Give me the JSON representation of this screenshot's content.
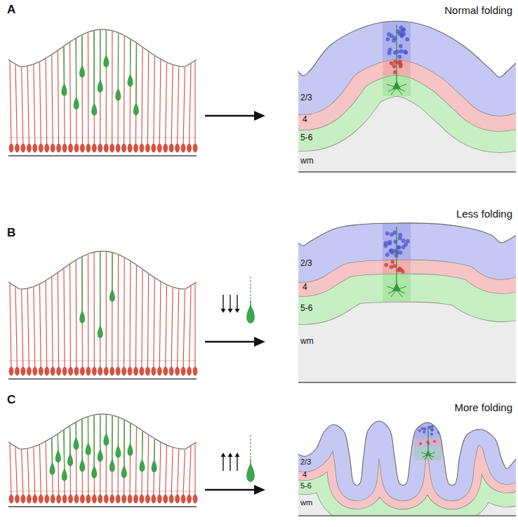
{
  "diagram": {
    "labels": [
      "A",
      "Normal folding",
      "2/3",
      "4",
      "5-6",
      "wm",
      "B",
      "Less folding",
      "2/3",
      "4",
      "5-6",
      "wm",
      "C",
      "More folding",
      "2/3",
      "4",
      "5-6",
      "wm"
    ]
  }
}
